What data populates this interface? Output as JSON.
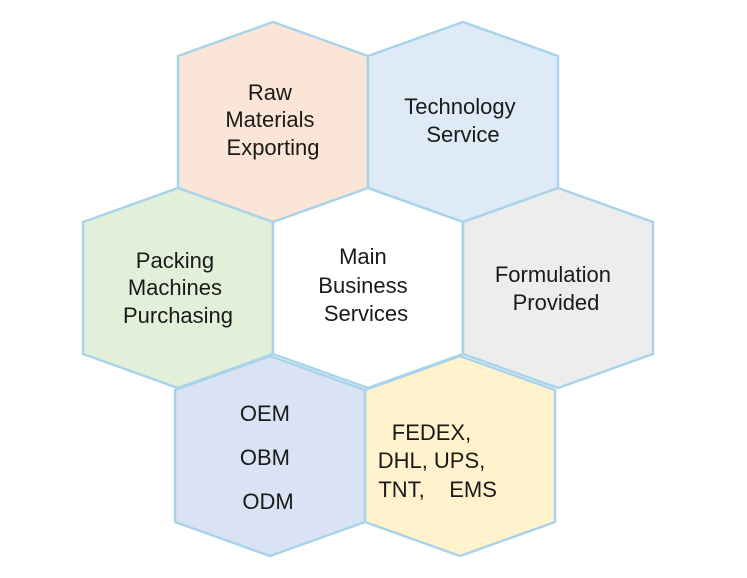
{
  "diagram": {
    "colors": {
      "outline": "#a9d3ea",
      "text": "#1a1a1a"
    },
    "cells": [
      {
        "id": "raw-materials-exporting",
        "fill": "#fbe5d6",
        "lines": [
          "Raw",
          "Materials",
          "Exporting"
        ]
      },
      {
        "id": "technology-service",
        "fill": "#deebf7",
        "lines": [
          "Technology",
          "Service"
        ]
      },
      {
        "id": "packing-machines-purchasing",
        "fill": "#e2f0d9",
        "lines": [
          "Packing",
          "Machines",
          "Purchasing"
        ]
      },
      {
        "id": "main-business-services",
        "fill": "#ffffff",
        "lines": [
          "Main",
          "Business",
          "Services"
        ]
      },
      {
        "id": "formulation-provided",
        "fill": "#ededed",
        "lines": [
          "Formulation",
          "Provided"
        ]
      },
      {
        "id": "oem-obm-odm",
        "fill": "#dae3f3",
        "lines": [
          "OEM",
          "OBM",
          "ODM"
        ]
      },
      {
        "id": "shipping-carriers",
        "fill": "#fff2cc",
        "lines": [
          "FEDEX,",
          "DHL, UPS,",
          "TNT,    EMS"
        ]
      }
    ]
  }
}
